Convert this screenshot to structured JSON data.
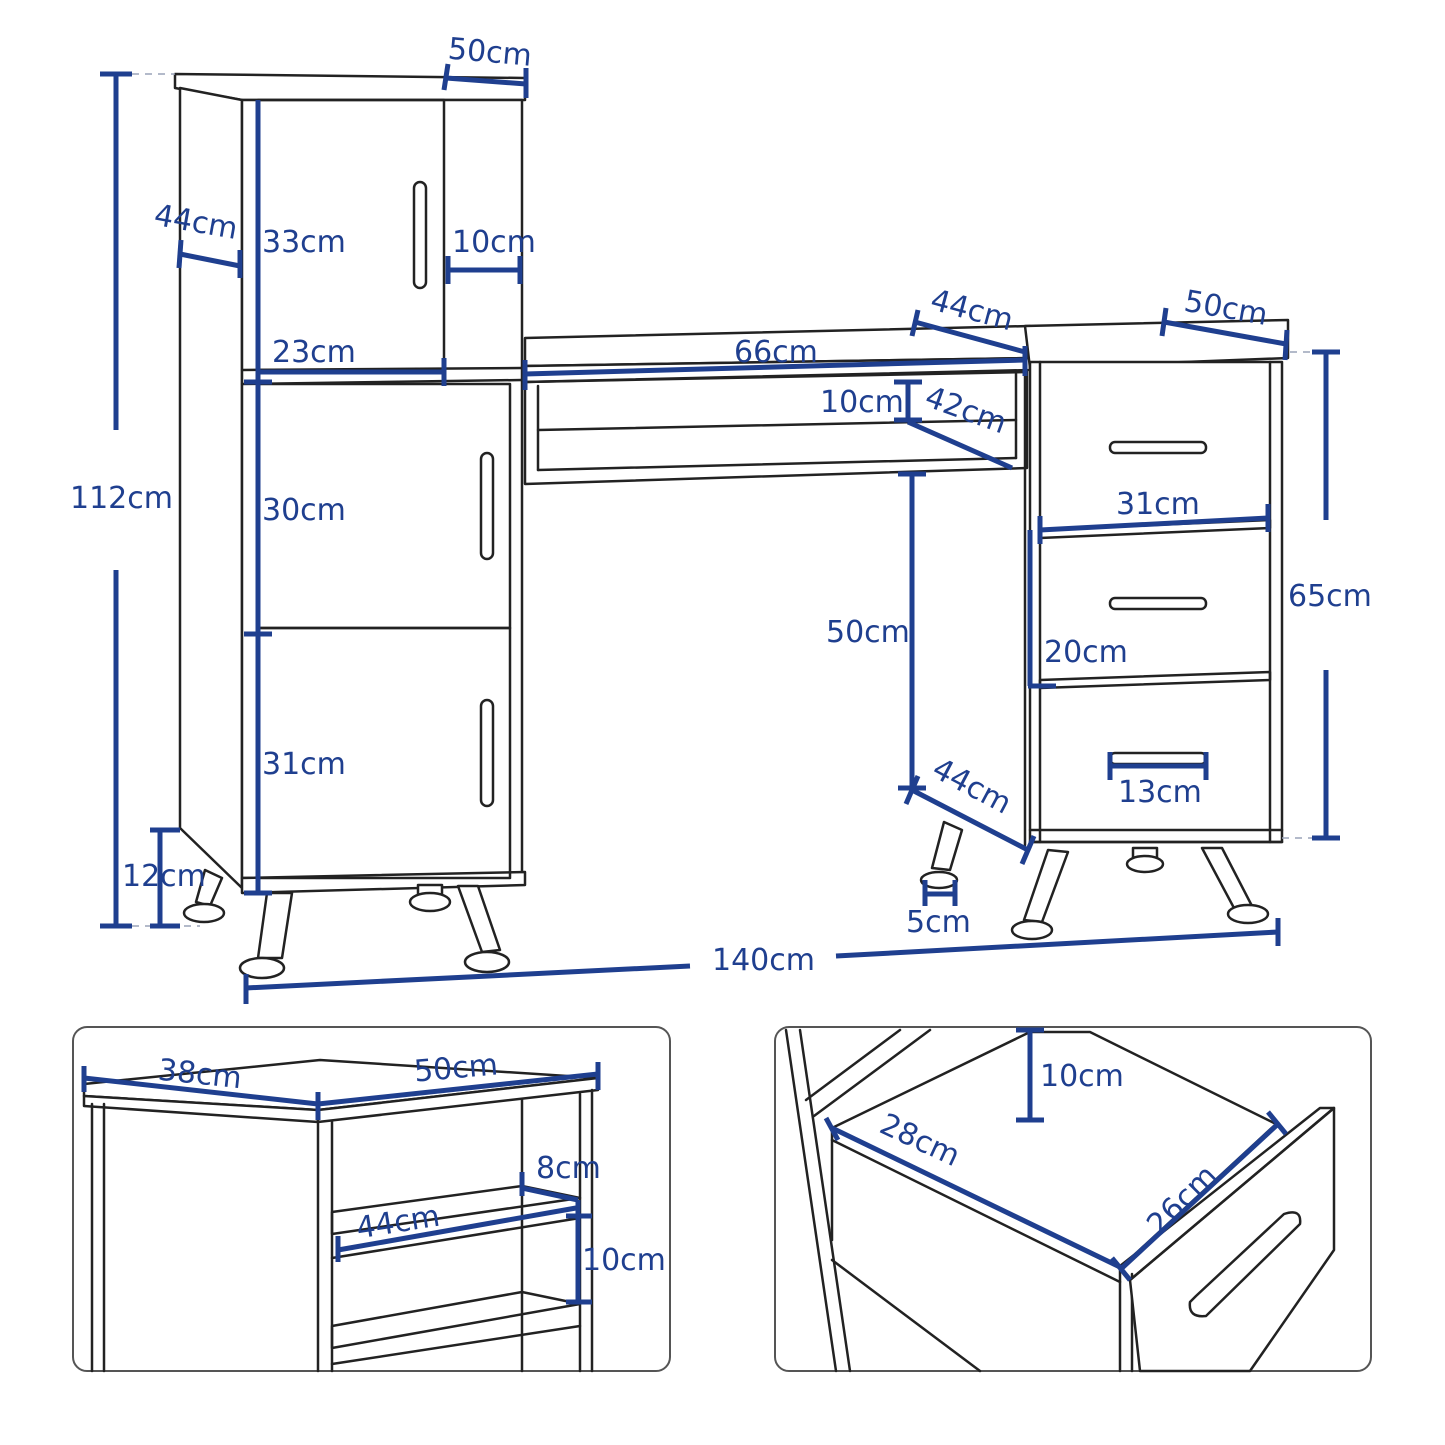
{
  "colors": {
    "dimension": "#1f3f8f",
    "outline": "#222222",
    "background": "#ffffff"
  },
  "main_view": {
    "labels": {
      "total_height": "112cm",
      "top_depth": "50cm",
      "side_depth": "44cm",
      "top_compartment_height": "33cm",
      "top_side_shelf_width": "10cm",
      "top_compartment_width": "23cm",
      "middle_compartment_height": "30cm",
      "bottom_compartment_height": "31cm",
      "leg_height": "12cm",
      "desk_width": "66cm",
      "desk_depth": "44cm",
      "drawer_unit_depth": "50cm",
      "keyboard_shelf_height": "10cm",
      "keyboard_shelf_depth": "42cm",
      "drawer_width": "31cm",
      "knee_height": "50cm",
      "drawer_height": "20cm",
      "drawer_unit_height": "65cm",
      "handle_width": "13cm",
      "bottom_depth": "44cm",
      "foot_height": "5cm",
      "total_width": "140cm"
    }
  },
  "detail_left": {
    "labels": {
      "top_left": "38cm",
      "top_right": "50cm",
      "shelf_depth": "8cm",
      "shelf_width": "44cm",
      "shelf_gap": "10cm"
    }
  },
  "detail_right": {
    "labels": {
      "drawer_depth_height": "10cm",
      "drawer_length": "28cm",
      "drawer_inner_width": "26cm"
    }
  }
}
